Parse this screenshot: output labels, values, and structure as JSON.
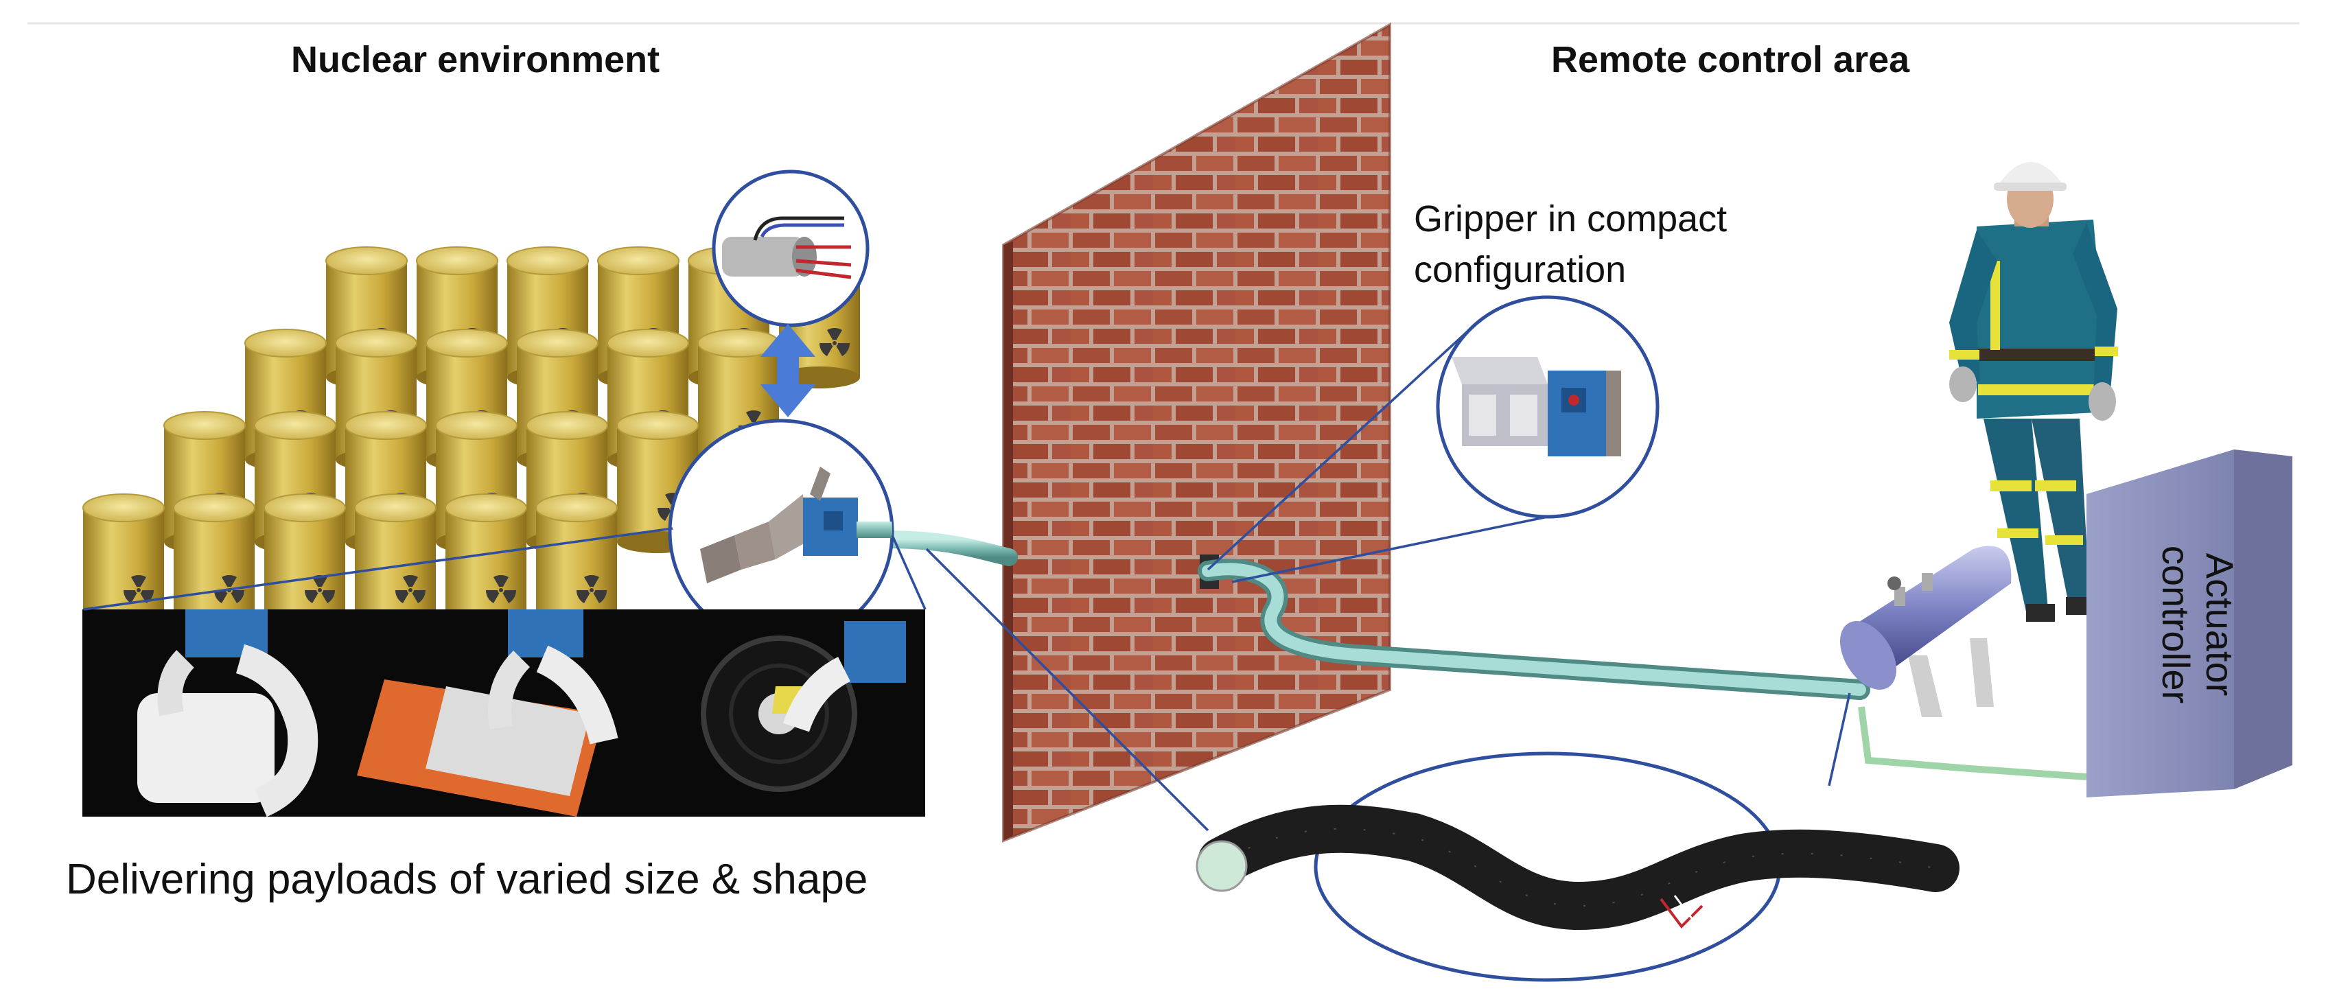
{
  "labels": {
    "nuclear_environment": "Nuclear environment",
    "remote_control_area": "Remote control area",
    "gripper_caption": "Gripper in compact configuration",
    "payloads_caption": "Delivering payloads of varied size & shape",
    "actuator_controller_line1": "Actuator",
    "actuator_controller_line2": "controller"
  },
  "colors": {
    "barrel_yellow": "#c9a83a",
    "barrel_yellow_light": "#e8d477",
    "radiation_symbol": "#3a3a3a",
    "brick_red": "#a8503c",
    "mortar": "#c7a89a",
    "callout_blue": "#2f4f9e",
    "arrow_blue": "#4a7bd6",
    "tube_cyan": "#8fcfc8",
    "worker_teal": "#1f6f86",
    "worker_stripe": "#e7e23a",
    "controller_face": "#8d93bd",
    "tank_blue": "#6f74b8",
    "photo_bg": "#0a0a0a",
    "gripper_blue": "#2f72b8",
    "sleeve_dark": "#222222"
  },
  "icons": {
    "hazard": "radiation-trefoil-icon",
    "double_arrow": "vertical-double-arrow-icon"
  }
}
